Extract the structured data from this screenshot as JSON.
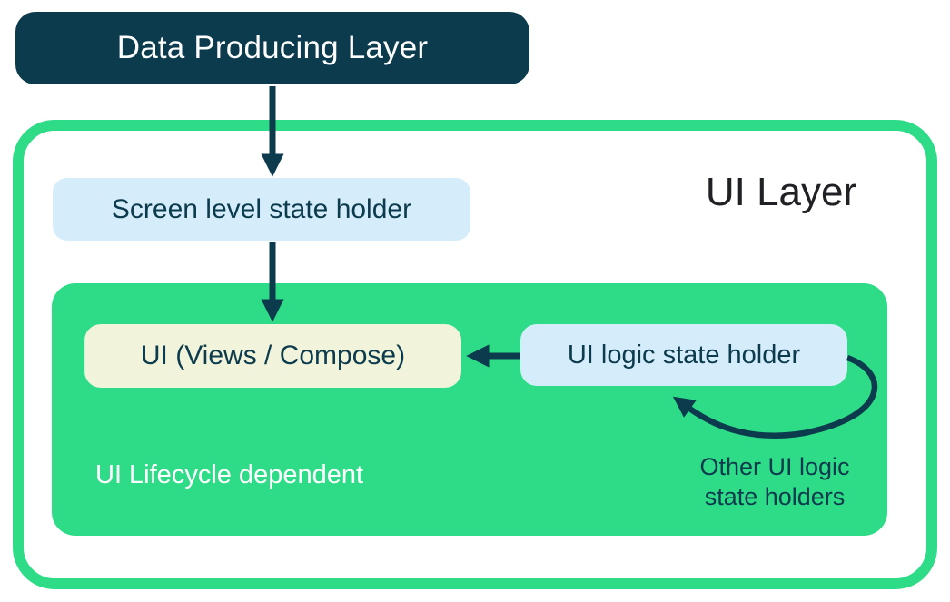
{
  "colors": {
    "ink": "#0C3B4E",
    "green": "#2EDB87",
    "light-blue": "#D5EDFA",
    "cream": "#F1F4DA",
    "title-text": "#202124",
    "white": "#FFFFFF"
  },
  "diagram": {
    "outer_label": "UI Layer",
    "boxes": {
      "data_producing": {
        "label": "Data Producing Layer"
      },
      "screen_holder": {
        "label": "Screen level state holder"
      },
      "ui_views": {
        "label": "UI (Views / Compose)"
      },
      "ui_logic_holder": {
        "label": "UI logic state holder"
      }
    },
    "notes": {
      "lifecycle": "UI Lifecycle dependent",
      "other_holders_line1": "Other UI logic",
      "other_holders_line2": "state holders"
    },
    "arrows": [
      {
        "from": "Data Producing Layer",
        "to": "Screen level state holder",
        "style": "straight-down"
      },
      {
        "from": "Screen level state holder",
        "to": "UI (Views / Compose)",
        "style": "straight-down"
      },
      {
        "from": "UI logic state holder",
        "to": "UI (Views / Compose)",
        "style": "straight-left"
      },
      {
        "from": "UI logic state holder",
        "to": "Other UI logic state holders",
        "style": "curved-loop"
      }
    ]
  }
}
